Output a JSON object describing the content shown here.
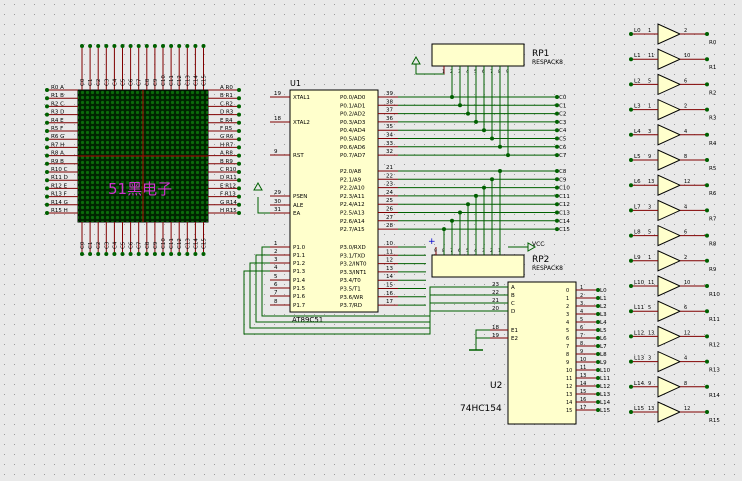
{
  "schematic": {
    "colors": {
      "background": "#e9e9e9",
      "grid": "#9a9a9a",
      "chip": "#ffffcc",
      "chip_edge": "#000000",
      "wire": "#006000",
      "pin": "#800000",
      "junction": "#006000",
      "matrix_bg": "#003000",
      "led_off": "#006000",
      "label": "#000000",
      "brand": "#cc33cc",
      "ground": "#006000"
    },
    "matrix": {
      "brand_text": "51黑电子",
      "top_labels": [
        "C0",
        "C1",
        "C2",
        "C3",
        "C4",
        "C5",
        "C6",
        "C7",
        "C8",
        "C9",
        "C10",
        "C11",
        "C12",
        "C13",
        "C14",
        "C15"
      ],
      "bottom_labels": [
        "C0",
        "C1",
        "C2",
        "C3",
        "C4",
        "C5",
        "C6",
        "C7",
        "C8",
        "C9",
        "C10",
        "C11",
        "C12",
        "C13",
        "C14",
        "C15"
      ],
      "left_labels": [
        "R0 A",
        "R1 B",
        "R2 C",
        "R3 D",
        "R4 E",
        "R5 F",
        "R6 G",
        "R7 H",
        "R8 A",
        "R9 B",
        "R10 C",
        "R11 D",
        "R12 E",
        "R13 F",
        "R14 G",
        "R15 H"
      ],
      "right_labels": [
        "A R0",
        "B R1",
        "C R2",
        "D R3",
        "E R4",
        "F R5",
        "G R6",
        "H R7",
        "A R8",
        "B R9",
        "C R10",
        "D R11",
        "E R12",
        "F R13",
        "G R14",
        "H R15"
      ]
    },
    "u1": {
      "ref": "U1",
      "part": "AT89C51",
      "left_pins": [
        {
          "num": "19",
          "name": "XTAL1"
        },
        {
          "num": "18",
          "name": "XTAL2"
        },
        {
          "num": "9",
          "name": "RST"
        },
        {
          "num": "29",
          "name": "PSEN"
        },
        {
          "num": "30",
          "name": "ALE"
        },
        {
          "num": "31",
          "name": "EA"
        },
        {
          "num": "1",
          "name": "P1.0"
        },
        {
          "num": "2",
          "name": "P1.1"
        },
        {
          "num": "3",
          "name": "P1.2"
        },
        {
          "num": "4",
          "name": "P1.3"
        },
        {
          "num": "5",
          "name": "P1.4"
        },
        {
          "num": "6",
          "name": "P1.5"
        },
        {
          "num": "7",
          "name": "P1.6"
        },
        {
          "num": "8",
          "name": "P1.7"
        }
      ],
      "right_pins": [
        {
          "num": "39",
          "name": "P0.0/AD0"
        },
        {
          "num": "38",
          "name": "P0.1/AD1"
        },
        {
          "num": "37",
          "name": "P0.2/AD2"
        },
        {
          "num": "36",
          "name": "P0.3/AD3"
        },
        {
          "num": "35",
          "name": "P0.4/AD4"
        },
        {
          "num": "34",
          "name": "P0.5/AD5"
        },
        {
          "num": "33",
          "name": "P0.6/AD6"
        },
        {
          "num": "32",
          "name": "P0.7/AD7"
        },
        {
          "num": "21",
          "name": "P2.0/A8"
        },
        {
          "num": "22",
          "name": "P2.1/A9"
        },
        {
          "num": "23",
          "name": "P2.2/A10"
        },
        {
          "num": "24",
          "name": "P2.3/A11"
        },
        {
          "num": "25",
          "name": "P2.4/A12"
        },
        {
          "num": "26",
          "name": "P2.5/A13"
        },
        {
          "num": "27",
          "name": "P2.6/A14"
        },
        {
          "num": "28",
          "name": "P2.7/A15"
        },
        {
          "num": "10",
          "name": "P3.0/RXD"
        },
        {
          "num": "11",
          "name": "P3.1/TXD"
        },
        {
          "num": "12",
          "name": "P3.2/INT0"
        },
        {
          "num": "13",
          "name": "P3.3/INT1"
        },
        {
          "num": "14",
          "name": "P3.4/T0"
        },
        {
          "num": "15",
          "name": "P3.5/T1"
        },
        {
          "num": "16",
          "name": "P3.6/WR"
        },
        {
          "num": "17",
          "name": "P3.7/RD"
        }
      ],
      "col_net_labels": [
        "C0",
        "C1",
        "C2",
        "C3",
        "C4",
        "C5",
        "C6",
        "C7",
        "C8",
        "C9",
        "C10",
        "C11",
        "C12",
        "C13",
        "C14",
        "C15"
      ]
    },
    "rp1": {
      "ref": "RP1",
      "part": "RESPACK8",
      "pins": [
        "1",
        "2",
        "3",
        "4",
        "5",
        "6",
        "7",
        "8",
        "9"
      ]
    },
    "rp2": {
      "ref": "RP2",
      "part": "RESPACK8",
      "pins": [
        "1",
        "2",
        "3",
        "4",
        "5",
        "6",
        "7",
        "8",
        "9"
      ],
      "vcc": "VCC"
    },
    "u2": {
      "ref": "U2",
      "part": "74HC154",
      "inputs": [
        {
          "num": "23",
          "name": "A"
        },
        {
          "num": "22",
          "name": "B"
        },
        {
          "num": "21",
          "name": "C"
        },
        {
          "num": "20",
          "name": "D"
        },
        {
          "num": "18",
          "name": "E1"
        },
        {
          "num": "19",
          "name": "E2"
        }
      ],
      "outputs": [
        {
          "num": "1",
          "name": "0"
        },
        {
          "num": "2",
          "name": "1"
        },
        {
          "num": "3",
          "name": "2"
        },
        {
          "num": "4",
          "name": "3"
        },
        {
          "num": "5",
          "name": "4"
        },
        {
          "num": "6",
          "name": "5"
        },
        {
          "num": "7",
          "name": "6"
        },
        {
          "num": "8",
          "name": "7"
        },
        {
          "num": "9",
          "name": "8"
        },
        {
          "num": "10",
          "name": "9"
        },
        {
          "num": "11",
          "name": "10"
        },
        {
          "num": "13",
          "name": "11"
        },
        {
          "num": "14",
          "name": "12"
        },
        {
          "num": "15",
          "name": "13"
        },
        {
          "num": "16",
          "name": "14"
        },
        {
          "num": "17",
          "name": "15"
        }
      ],
      "out_net_labels": [
        "L0",
        "L1",
        "L2",
        "L3",
        "L4",
        "L5",
        "L6",
        "L7",
        "L8",
        "L9",
        "L10",
        "L11",
        "L12",
        "L13",
        "L14",
        "L15"
      ]
    },
    "buffers": [
      {
        "in": "L0",
        "pin_in": "1",
        "pin_out": "2",
        "out": "R0"
      },
      {
        "in": "L1",
        "pin_in": "11",
        "pin_out": "10",
        "out": "R1"
      },
      {
        "in": "L2",
        "pin_in": "5",
        "pin_out": "6",
        "out": "R2"
      },
      {
        "in": "L3",
        "pin_in": "1",
        "pin_out": "2",
        "out": "R3"
      },
      {
        "in": "L4",
        "pin_in": "3",
        "pin_out": "4",
        "out": "R4"
      },
      {
        "in": "L5",
        "pin_in": "9",
        "pin_out": "8",
        "out": "R5"
      },
      {
        "in": "L6",
        "pin_in": "13",
        "pin_out": "12",
        "out": "R6"
      },
      {
        "in": "L7",
        "pin_in": "3",
        "pin_out": "4",
        "out": "R7"
      },
      {
        "in": "L8",
        "pin_in": "5",
        "pin_out": "6",
        "out": "R8"
      },
      {
        "in": "L9",
        "pin_in": "1",
        "pin_out": "2",
        "out": "R9"
      },
      {
        "in": "L10",
        "pin_in": "11",
        "pin_out": "10",
        "out": "R10"
      },
      {
        "in": "L11",
        "pin_in": "5",
        "pin_out": "6",
        "out": "R11"
      },
      {
        "in": "L12",
        "pin_in": "13",
        "pin_out": "12",
        "out": "R12"
      },
      {
        "in": "L13",
        "pin_in": "3",
        "pin_out": "4",
        "out": "R13"
      },
      {
        "in": "L14",
        "pin_in": "9",
        "pin_out": "8",
        "out": "R14"
      },
      {
        "in": "L15",
        "pin_in": "13",
        "pin_out": "12",
        "out": "R15"
      }
    ]
  }
}
